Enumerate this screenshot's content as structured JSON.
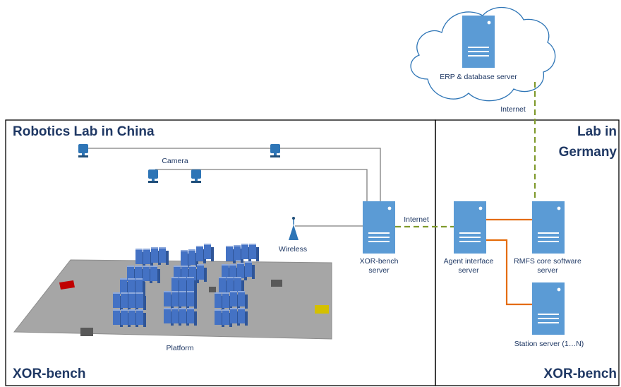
{
  "lab_china": {
    "title": "Robotics Lab in China",
    "bench": "XOR-bench"
  },
  "lab_germany": {
    "title_line1": "Lab in",
    "title_line2": "Germany",
    "bench": "XOR-bench"
  },
  "labels": {
    "camera": "Camera",
    "wireless": "Wireless",
    "platform": "Platform",
    "internet_top": "Internet",
    "internet_mid": "Internet"
  },
  "servers": {
    "erp": "ERP & database server",
    "xor_bench_line1": "XOR-bench",
    "xor_bench_line2": "server",
    "agent_line1": "Agent interface",
    "agent_line2": "server",
    "rmfs_line1": "RMFS core software",
    "rmfs_line2": "server",
    "station": "Station server (1…N)"
  },
  "colors": {
    "server_blue": "#5b9bd5",
    "pod_blue": "#4472c4",
    "camera_blue": "#2e75b6",
    "internet_dash": "#7f9a2c",
    "local_link": "#e46c0a",
    "camera_wire": "#7f7f7f",
    "title_navy": "#1f3864",
    "platform_gray": "#a6a6a6"
  }
}
